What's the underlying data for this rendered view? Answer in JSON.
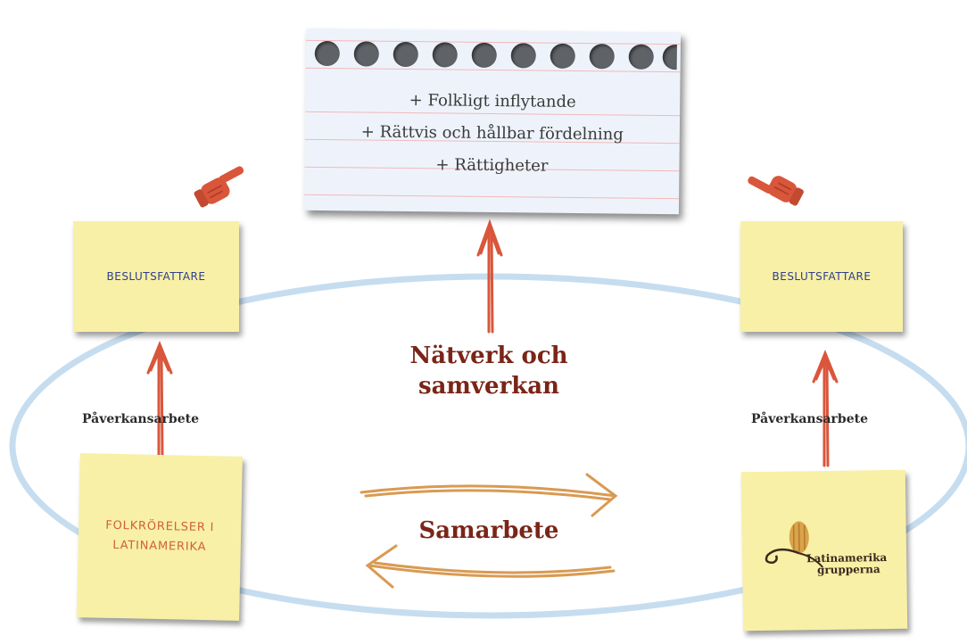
{
  "paper_note": {
    "lines": [
      "+ Folkligt inflytande",
      "+ Rättvis och hållbar fördelning",
      "+ Rättigheter"
    ]
  },
  "notes": {
    "left_top": "BESLUTSFATTARE",
    "right_top": "BESLUTSFATTARE",
    "left_bottom_line1": "FOLKRÖRELSER I",
    "left_bottom_line2": "LATINAMERIKA",
    "right_bottom_logo_line1": "Latinamerika",
    "right_bottom_logo_line2": "grupperna"
  },
  "labels": {
    "left_influence": "Påverkansarbete",
    "right_influence": "Påverkansarbete",
    "network_line1": "Nätverk och",
    "network_line2": "samverkan",
    "cooperation": "Samarbete"
  },
  "colors": {
    "ellipse": "#c6ddf0",
    "arrow_red": "#d9563b",
    "arrow_orange": "#d99a52",
    "title_red": "#7a2518",
    "note_yellow": "#f8f0a6"
  },
  "icons": [
    "pointing-hand-icon",
    "corn-logo-icon"
  ]
}
